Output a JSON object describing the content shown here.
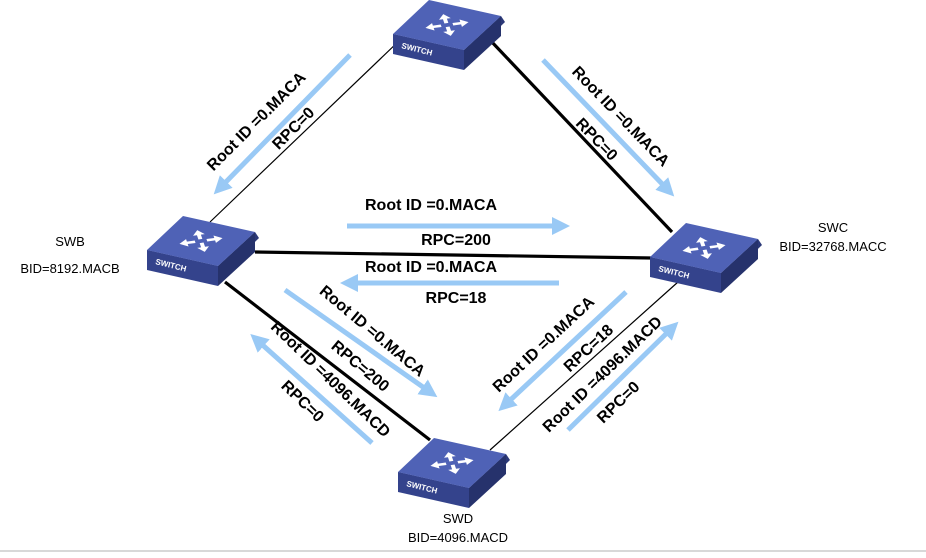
{
  "colors": {
    "arrow": "#99c9f5",
    "switch_top": "#4f62b6",
    "switch_side": "#2c3978",
    "switch_front": "#3a4a99",
    "link_thick": "#000000",
    "link_thin": "#000000"
  },
  "switch_word": "SWITCH",
  "switch_icon": "network-switch-icon",
  "nodes": {
    "swb": {
      "name": "SWB",
      "bid": "BID=8192.MACB"
    },
    "swc": {
      "name": "SWC",
      "bid": "BID=32768.MACC"
    },
    "swd": {
      "name": "SWD",
      "bid": "BID=4096.MACD"
    }
  },
  "labels": {
    "a_top_left": {
      "root": "Root ID =0.MACA",
      "rpc": "RPC=0"
    },
    "a_top_right": {
      "root": "Root ID =0.MACA",
      "rpc": "RPC=0"
    },
    "b_to_c": {
      "root": "Root ID =0.MACA",
      "rpc": "RPC=200"
    },
    "c_to_b": {
      "root": "Root ID =0.MACA",
      "rpc": "RPC=18"
    },
    "b_to_d": {
      "root": "Root ID =0.MACA",
      "rpc": "RPC=200"
    },
    "d_to_b": {
      "root": "Root ID =4096.MACD",
      "rpc": "RPC=0"
    },
    "c_to_d": {
      "root": "Root ID =0.MACA",
      "rpc": "RPC=18"
    },
    "d_to_c": {
      "root": "Root ID =4096.MACD",
      "rpc": "RPC=0"
    }
  }
}
